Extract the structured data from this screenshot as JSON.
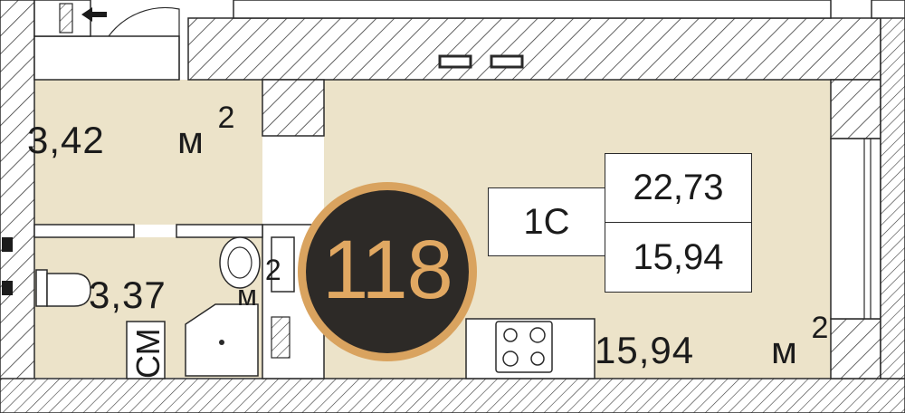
{
  "colors": {
    "room_fill": "#ece3c9",
    "wall_fill": "#ffffff",
    "wall_stroke": "#2a2a2a",
    "badge_ring": "#d9a35f",
    "badge_bg": "#2d2a27",
    "badge_text": "#e1a862"
  },
  "apartment": {
    "number": "118",
    "type": "1С",
    "total_area": "22,73",
    "living_area": "15,94"
  },
  "rooms": {
    "hall": {
      "area": "3,42",
      "unit": "м",
      "sup": "2"
    },
    "bathroom": {
      "area": "3,37",
      "unit": "м",
      "sup": "2"
    },
    "main_room": {
      "area": "15,94",
      "unit": "м",
      "sup": "2"
    }
  },
  "labels": {
    "washer": "СМ"
  }
}
